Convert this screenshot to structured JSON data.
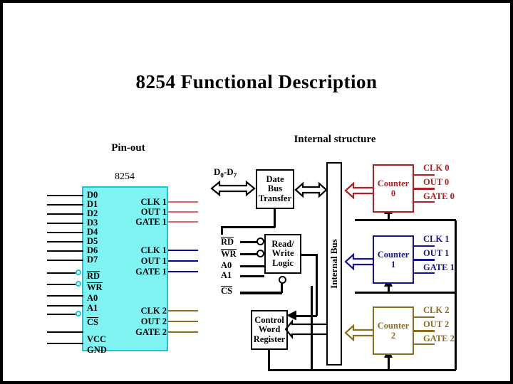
{
  "slide": {
    "title": "8254 Functional Description",
    "background": "#ffffff",
    "border_color": "#000000"
  },
  "pinout": {
    "section_title": "Pin-out",
    "chip_name": "8254",
    "chip_fill": "#7FF2F2",
    "chip_border": "#1AC6D6",
    "left_pins": [
      {
        "label": "D0",
        "overline": false,
        "bubble": false
      },
      {
        "label": "D1",
        "overline": false,
        "bubble": false
      },
      {
        "label": "D2",
        "overline": false,
        "bubble": false
      },
      {
        "label": "D3",
        "overline": false,
        "bubble": false
      },
      {
        "label": "D4",
        "overline": false,
        "bubble": false
      },
      {
        "label": "D5",
        "overline": false,
        "bubble": false
      },
      {
        "label": "D6",
        "overline": false,
        "bubble": false
      },
      {
        "label": "D7",
        "overline": false,
        "bubble": false
      },
      {
        "label": "RD",
        "overline": true,
        "bubble": true
      },
      {
        "label": "WR",
        "overline": true,
        "bubble": true
      },
      {
        "label": "A0",
        "overline": false,
        "bubble": false
      },
      {
        "label": "A1",
        "overline": false,
        "bubble": false
      },
      {
        "label": "CS",
        "overline": true,
        "bubble": true
      },
      {
        "label": "VCC",
        "overline": false,
        "bubble": false
      },
      {
        "label": "GND",
        "overline": false,
        "bubble": false
      }
    ],
    "right_groups": [
      {
        "color": "#E06666",
        "labels": [
          "CLK 1",
          "OUT 1",
          "GATE 1"
        ]
      },
      {
        "color": "#00009B",
        "labels": [
          "CLK 1",
          "OUT 1",
          "GATE 1"
        ]
      },
      {
        "color": "#8A6D1F",
        "labels": [
          "CLK 2",
          "OUT 2",
          "GATE 2"
        ]
      }
    ]
  },
  "internal": {
    "section_title": "Internal structure",
    "data_bus_label": "D0-D7",
    "data_bus_label_sub_low": "0",
    "data_bus_label_sub_high": "7",
    "boxes": {
      "data_bus_transfer": "Date\nBus\nTransfer",
      "data_bus_transfer_lines": [
        "Date",
        "Bus",
        "Transfer"
      ],
      "read_write_logic_lines": [
        "Read/",
        "Write",
        "Logic"
      ],
      "control_word_register_lines": [
        "Control",
        "Word",
        "Register"
      ],
      "internal_bus": "Internal Bus"
    },
    "rw_inputs": [
      {
        "label": "RD",
        "overline": true,
        "bubble": true
      },
      {
        "label": "WR",
        "overline": true,
        "bubble": true
      },
      {
        "label": "A0",
        "overline": false,
        "bubble": false
      },
      {
        "label": "A1",
        "overline": false,
        "bubble": false
      }
    ],
    "cs_input": {
      "label": "CS",
      "overline": true,
      "bubble": true
    },
    "counters": [
      {
        "name_line1": "Counter",
        "name_line2": "0",
        "color": "#B02020",
        "signals": [
          "CLK 0",
          "OUT 0",
          "GATE 0"
        ]
      },
      {
        "name_line1": "Counter",
        "name_line2": "1",
        "color": "#14148C",
        "signals": [
          "CLK 1",
          "OUT 1",
          "GATE 1"
        ]
      },
      {
        "name_line1": "Counter",
        "name_line2": "2",
        "color": "#8A6D1F",
        "signals": [
          "CLK 2",
          "OUT 2",
          "GATE 2"
        ]
      }
    ]
  }
}
